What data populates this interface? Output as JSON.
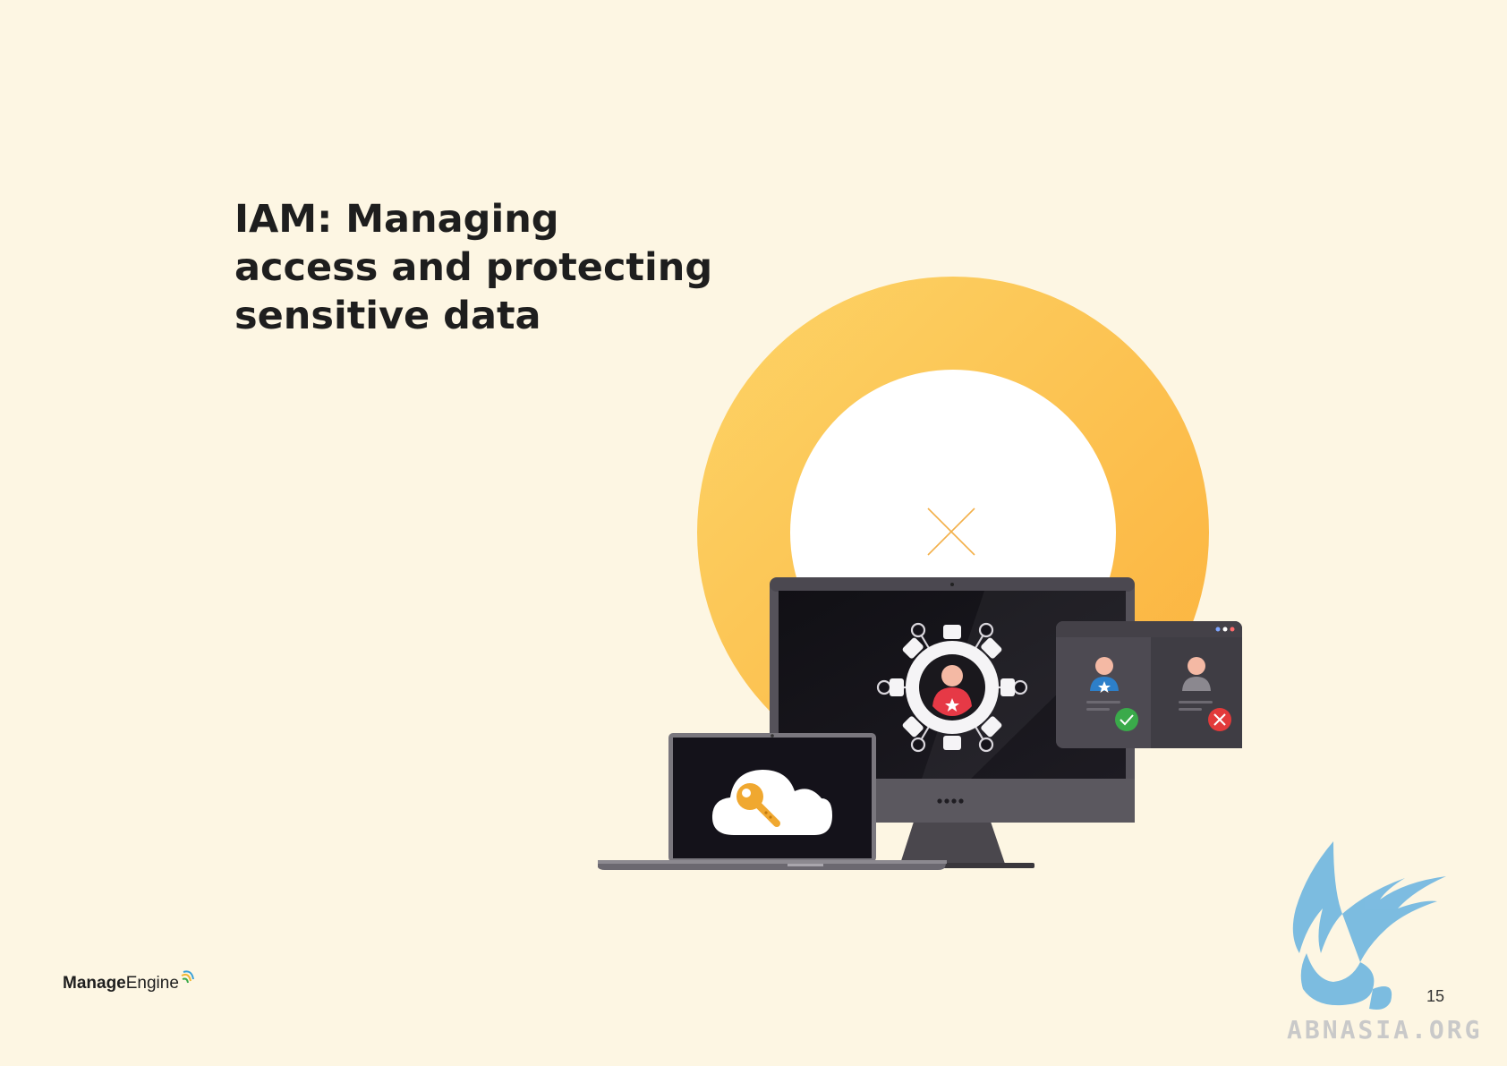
{
  "heading": {
    "line1": "IAM: Managing",
    "line2": "access and protecting",
    "line3": "sensitive data"
  },
  "brand": {
    "bold": "Manage",
    "regular": "Engine"
  },
  "page_number": "15",
  "watermark": {
    "text": "ABNASIA.ORG"
  },
  "colors": {
    "background": "#fdf6e3",
    "ring": "#fbbf45",
    "screen": "#15131a",
    "approve": "#3aaa4a",
    "deny": "#e23a3a",
    "key": "#f0a830"
  },
  "icons": [
    "cloud-key-icon",
    "user-gear-icon",
    "approved-user-icon",
    "denied-user-icon",
    "close-icon"
  ]
}
